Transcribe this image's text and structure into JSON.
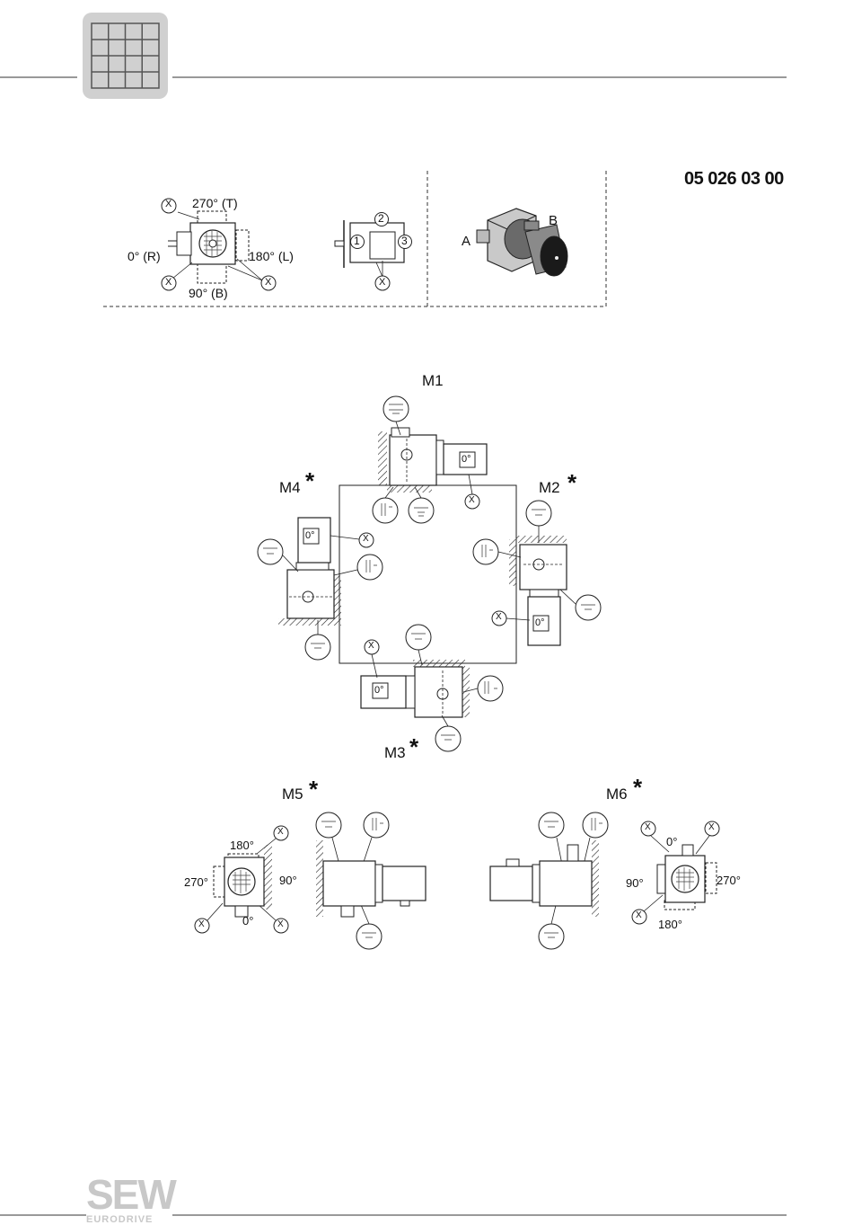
{
  "header": {
    "doc_number": "05 026 03 00",
    "icon": "grid-table-icon"
  },
  "legend": {
    "top_label": "270° (T)",
    "left_label": "0° (R)",
    "right_label": "180° (L)",
    "bottom_label": "90° (B)",
    "x_marker": "X",
    "pos1": "1",
    "pos2": "2",
    "pos3": "3",
    "side_a": "A",
    "side_b": "B"
  },
  "positions": {
    "m1": "M1",
    "m2": "M2",
    "m3": "M3",
    "m4": "M4",
    "m5": "M5",
    "m6": "M6",
    "star": "*",
    "zero_deg": "0°"
  },
  "m5_angles": {
    "top": "180°",
    "left": "270°",
    "right": "90°",
    "bottom": "0°"
  },
  "m6_angles": {
    "top": "0°",
    "left": "90°",
    "right": "270°",
    "bottom": "180°"
  },
  "footer": {
    "logo_main": "SEW",
    "logo_sub": "EURODRIVE"
  }
}
